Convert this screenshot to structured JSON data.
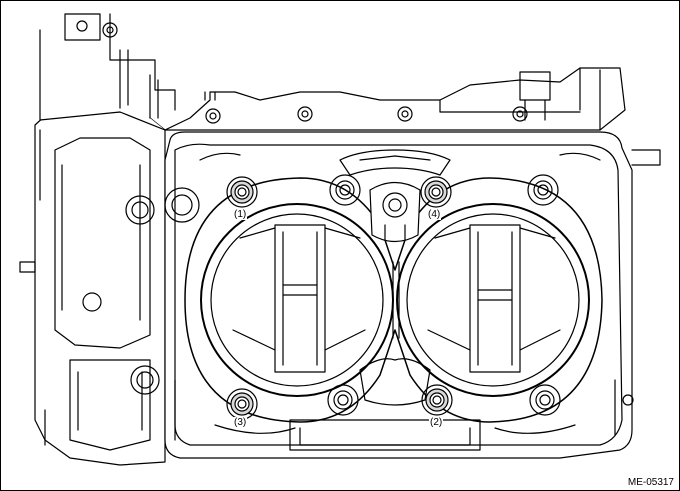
{
  "callouts": {
    "bolt_1": "(1)",
    "bolt_2": "(2)",
    "bolt_3": "(3)",
    "bolt_4": "(4)"
  },
  "figure_code": "ME-05317",
  "colors": {
    "line": "#000000",
    "fill": "#ffffff",
    "shade": "#d9d9d9"
  }
}
